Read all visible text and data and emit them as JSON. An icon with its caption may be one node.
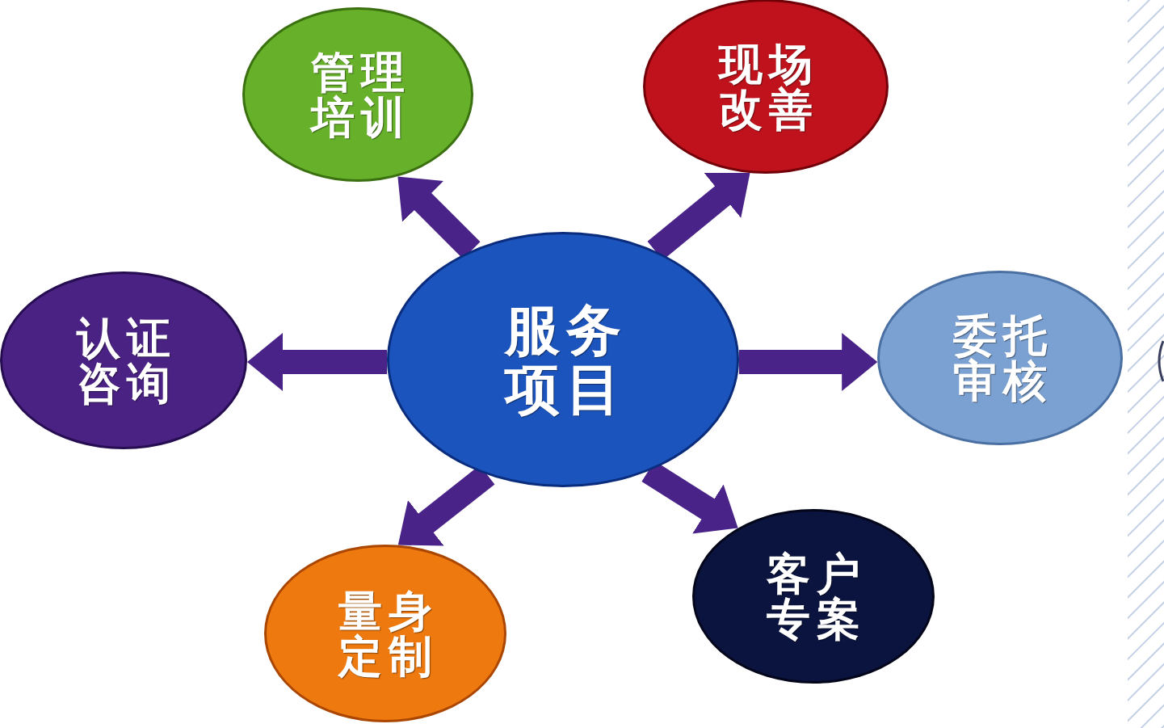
{
  "diagram": {
    "nodes": [
      {
        "text": [
          "管理培训"
        ]
      },
      {
        "text": [
          "现场改善"
        ]
      },
      {
        "text": [
          "认证咨询"
        ]
      },
      {
        "text": [
          "服务项目"
        ]
      },
      {
        "text": [
          "委托审核"
        ]
      },
      {
        "text": [
          "量身定制"
        ]
      },
      {
        "text": [
          "客户专案"
        ]
      }
    ],
    "edges": [
      {
        "from": 3,
        "to": 0,
        "arrow": "to"
      },
      {
        "from": 3,
        "to": 1,
        "arrow": "to"
      },
      {
        "from": 3,
        "to": 2,
        "arrow": "to"
      },
      {
        "from": 3,
        "to": 4,
        "arrow": "to"
      },
      {
        "from": 3,
        "to": 5,
        "arrow": "to"
      },
      {
        "from": 3,
        "to": 6,
        "arrow": "to"
      }
    ]
  }
}
